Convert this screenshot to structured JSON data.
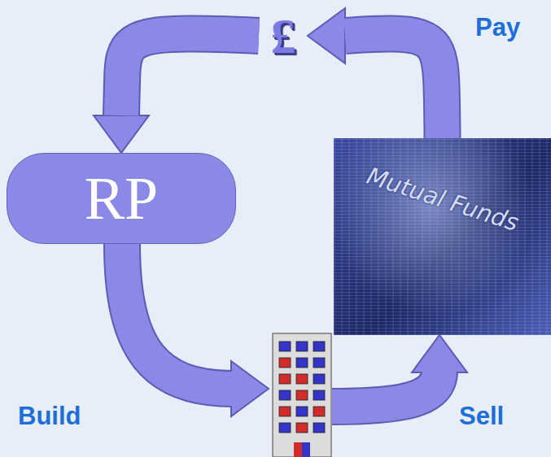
{
  "diagram": {
    "nodes": [
      {
        "text": [
          "£"
        ]
      },
      {
        "text": [
          "RP"
        ]
      },
      {
        "text": [
          "Mutual Funds"
        ]
      }
    ],
    "edges": [
      {
        "from": 0,
        "to": 1,
        "arrow": "to"
      },
      {
        "from": 2,
        "to": 0,
        "label": "Pay",
        "arrow": "to"
      }
    ],
    "labels": [
      "Build",
      "Sell"
    ]
  }
}
